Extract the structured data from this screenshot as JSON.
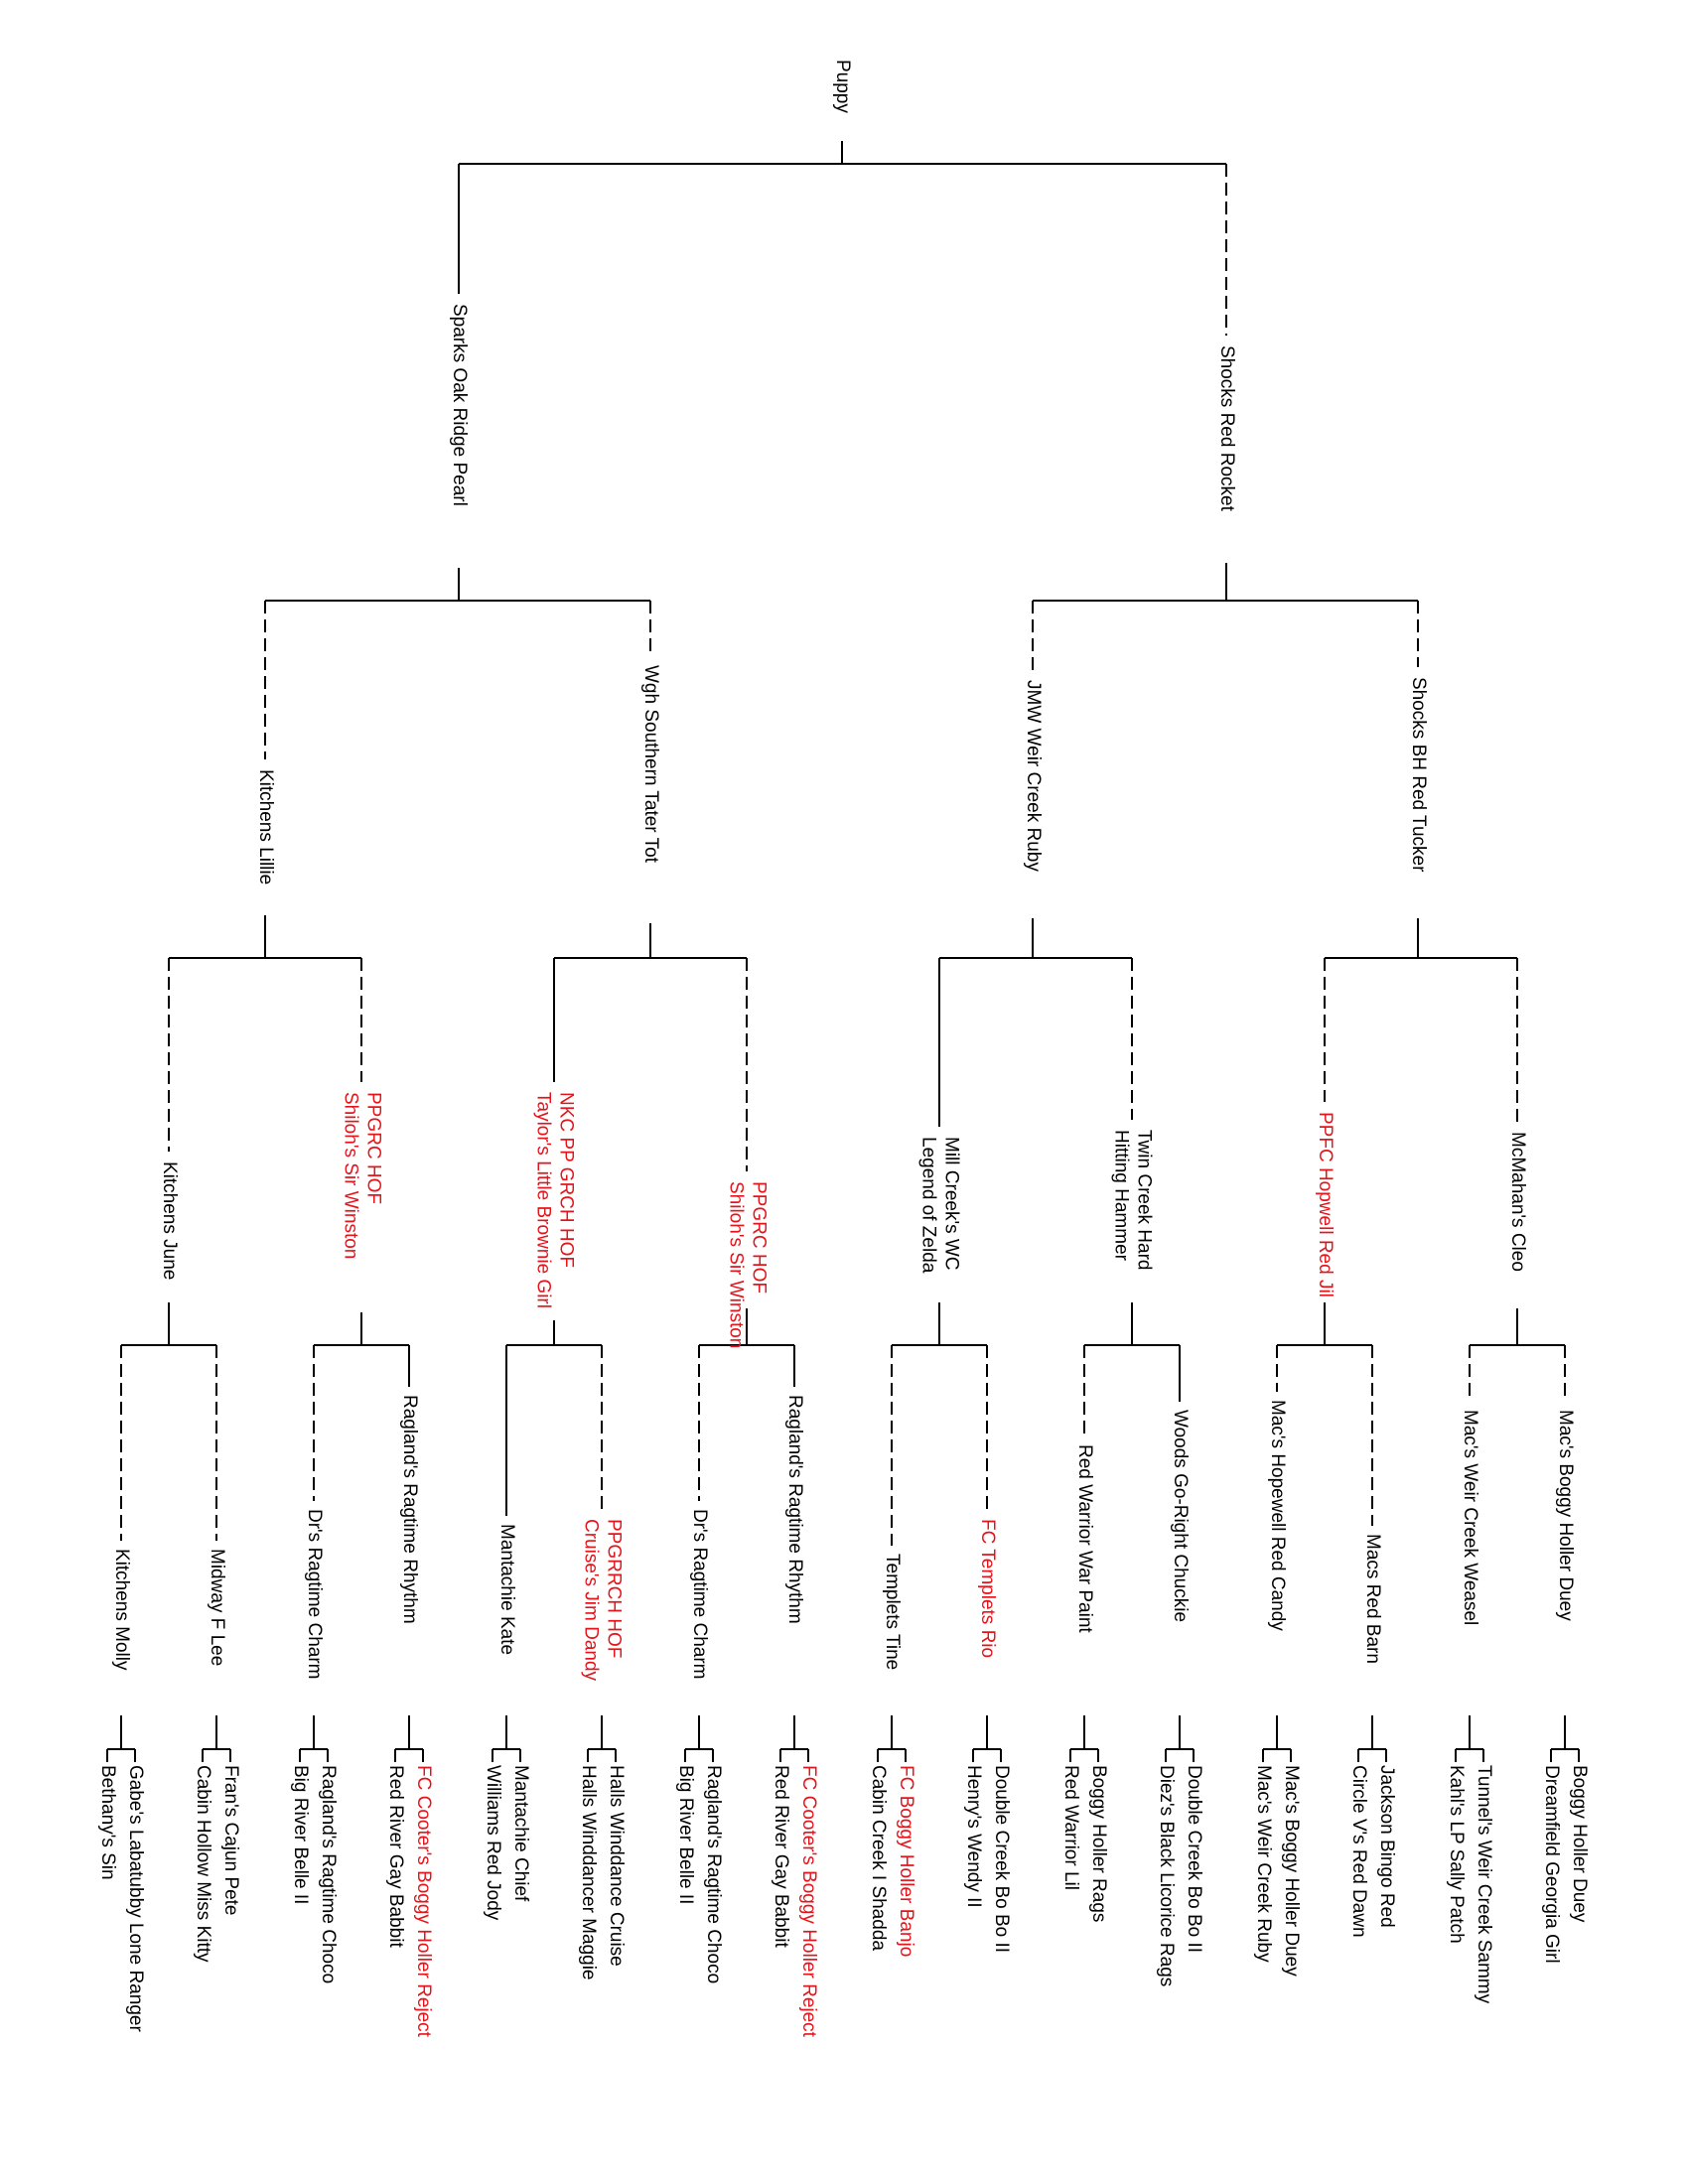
{
  "colors": {
    "text": "#000000",
    "highlight": "#e5141b",
    "line": "#000000"
  },
  "pedigree": {
    "puppy": {
      "name": "Puppy"
    },
    "sire": {
      "name": "Sparks Oak Ridge Pearl"
    },
    "dam": {
      "name": "Shocks Red Rocket"
    },
    "sire_sire": {
      "name": "Kitchens Lillie"
    },
    "sire_dam": {
      "name": "Wgh Southern Tater Tot"
    },
    "dam_sire": {
      "name": "JMW Weir Creek Ruby"
    },
    "dam_dam": {
      "name": "Shocks BH Red Tucker"
    },
    "gen3": [
      {
        "name": "Kitchens June"
      },
      {
        "title": "PPGRC HOF",
        "name": "Shiloh's Sir Winston",
        "highlight": true
      },
      {
        "title": "NKC PP GRCH HOF",
        "name": "Taylor's Little Brownie Girl",
        "highlight": true
      },
      {
        "title": "PPGRC HOF",
        "name": "Shiloh's Sir Winston",
        "highlight": true
      },
      {
        "title": "Mill Creek's WC",
        "name": "Legend of Zelda"
      },
      {
        "title": "Twin Creek Hard",
        "name": "Hitting Hammer"
      },
      {
        "name": "PPFC Hopwell Red Jil",
        "highlight": true
      },
      {
        "name": "McMahan's Cleo"
      }
    ],
    "gen4": [
      {
        "name": "Kitchens Molly"
      },
      {
        "name": "Midway F Lee"
      },
      {
        "name": "Dr's Ragtime Charm"
      },
      {
        "name": "Ragland's Ragtime Rhythm"
      },
      {
        "name": "Mantachie Kate"
      },
      {
        "title": "PPGRRCH HOF",
        "name": "Cruise's Jim Dandy",
        "highlight": true
      },
      {
        "name": "Dr's Ragtime Charm"
      },
      {
        "name": "Ragland's Ragtime Rhythm"
      },
      {
        "name": "Templets Tine"
      },
      {
        "name": "FC Templets Rio",
        "highlight": true
      },
      {
        "name": "Red Warrior War Paint"
      },
      {
        "name": "Woods Go-Right Chuckie"
      },
      {
        "name": "Mac's Hopewell Red Candy"
      },
      {
        "name": "Macs Red Barn"
      },
      {
        "name": "Mac's Weir Creek Weasel"
      },
      {
        "name": "Mac's Boggy Holler Duey"
      }
    ],
    "gen5": [
      {
        "sire": "Gabe's Labatubby Lone Ranger",
        "dam": "Bethany's Sin"
      },
      {
        "sire": "Fran's Cajun Pete",
        "dam": "Cabin Hollow Miss Kitty"
      },
      {
        "sire": "Ragland's Ragtime Choco",
        "dam": "Big River Belle II"
      },
      {
        "sire": "FC Cooter's Boggy Holler Reject",
        "sire_highlight": true,
        "dam": "Red River Gay Babbit"
      },
      {
        "sire": "Mantachie Chief",
        "dam": "Williams Red Jody"
      },
      {
        "sire": "Halls Winddance Cruise",
        "dam": "Halls Winddancer Maggie"
      },
      {
        "sire": "Ragland's Ragtime Choco",
        "dam": "Big River Belle II"
      },
      {
        "sire": "FC Cooter's Boggy Holler Reject",
        "sire_highlight": true,
        "dam": "Red River Gay Babbit"
      },
      {
        "sire": "FC Boggy Holler Banjo",
        "sire_highlight": true,
        "dam": "Cabin Creek I Shadda"
      },
      {
        "sire": "Double Creek Bo Bo II",
        "dam": "Henry's Wendy II"
      },
      {
        "sire": "Boggy Holler Rags",
        "dam": "Red Warrior Lil"
      },
      {
        "sire": "Double Creek Bo Bo II",
        "dam": "Diez's Black Licorice Rags"
      },
      {
        "sire": "Mac's Boggy Holler Duey",
        "dam": "Mac's Weir Creek Ruby"
      },
      {
        "sire": "Jackson Bingo Red",
        "dam": "Circle V's Red Dawn"
      },
      {
        "sire": "Tunnel's Weir Creek Sammy",
        "dam": "Kahl's LP Sally Patch"
      },
      {
        "sire": "Boggy Holler Duey",
        "dam": "Dreamfield Georgia Girl"
      }
    ]
  }
}
